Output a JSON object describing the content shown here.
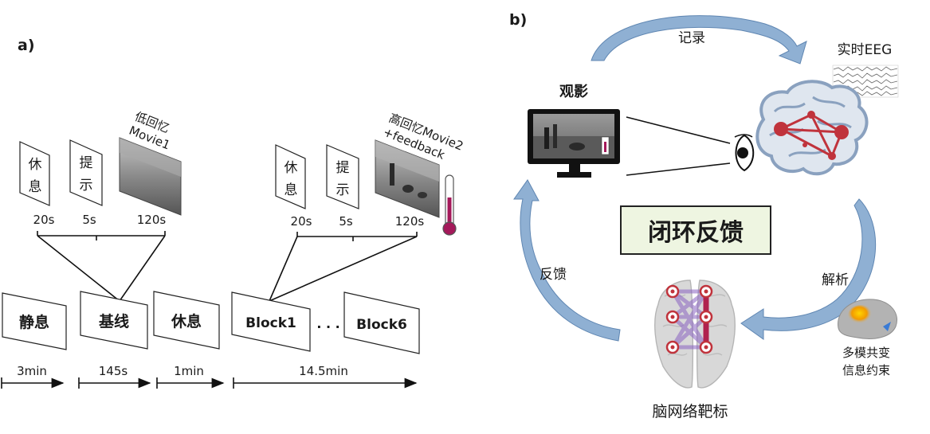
{
  "panel_a": {
    "label": "a)",
    "main_blocks": [
      {
        "label": "静息"
      },
      {
        "label": "基线"
      },
      {
        "label": "休息"
      },
      {
        "label": "Block1"
      },
      {
        "label": "Block6"
      }
    ],
    "ellipsis": ". . .",
    "durations": [
      "3min",
      "145s",
      "1min",
      "14.5min"
    ],
    "baseline_detail": {
      "cards": [
        "休\n息",
        "提\n示"
      ],
      "card_lines": [
        [
          "休",
          "息"
        ],
        [
          "提",
          "示"
        ]
      ],
      "times": [
        "20s",
        "5s",
        "120s"
      ],
      "movie_caption": [
        "低回忆",
        "Movie1"
      ]
    },
    "block_detail": {
      "card_lines": [
        [
          "休",
          "息"
        ],
        [
          "提",
          "示"
        ]
      ],
      "times": [
        "20s",
        "5s",
        "120s"
      ],
      "movie_caption": [
        "高回忆Movie2",
        "+feedback"
      ]
    }
  },
  "panel_b": {
    "label": "b)",
    "watch_label": "观影",
    "record_label": "记录",
    "eeg_label": "实时EEG",
    "closed_loop": "闭环反馈",
    "feedback_label": "反馈",
    "analysis_label": "解析",
    "constraint_label": [
      "多模共变",
      "信息约束"
    ],
    "target_label": "脑网络靶标"
  },
  "colors": {
    "arrow_blue": "#8fb0d3",
    "brain_red": "#c0333c",
    "network_purple": "#8a63c2",
    "thermometer": "#a4195a",
    "closed_loop_bg": "#eef5e1"
  }
}
